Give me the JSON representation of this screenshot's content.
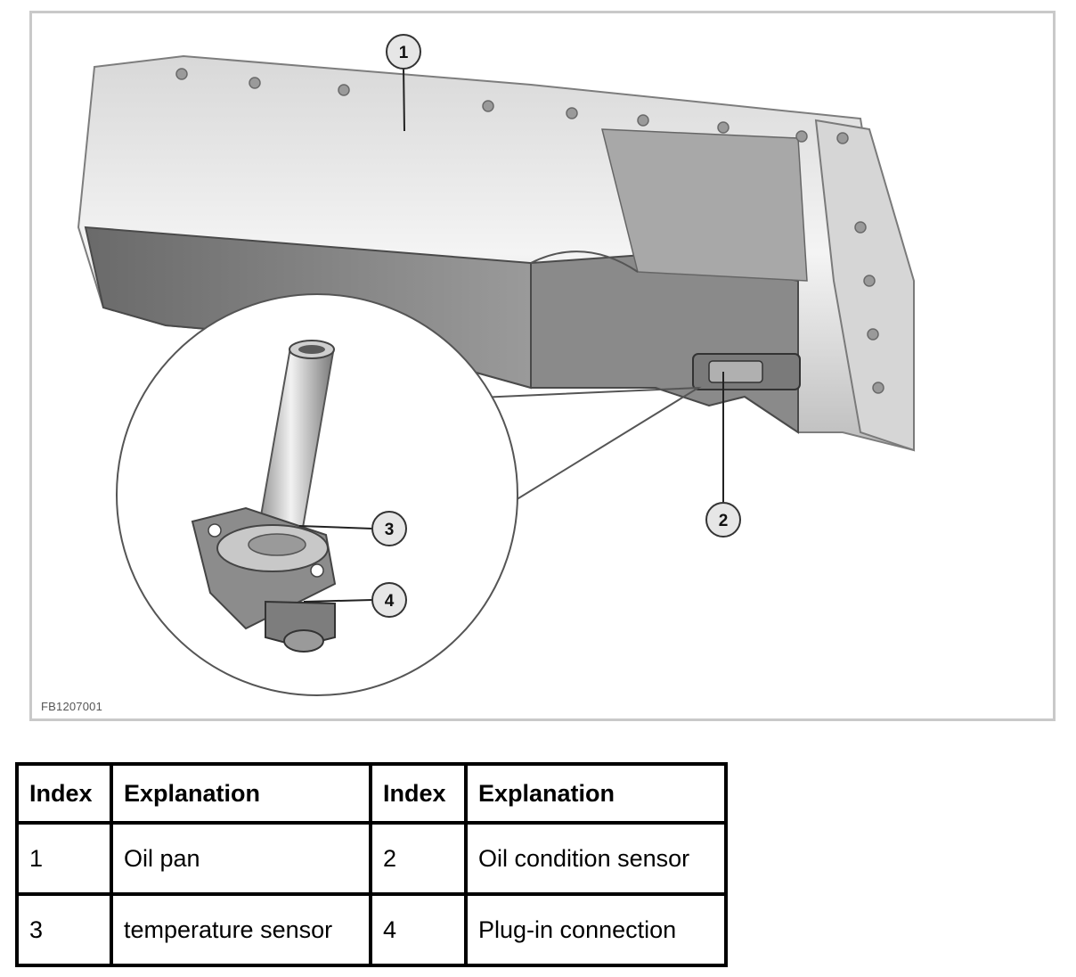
{
  "figure": {
    "code": "FB1207001",
    "callouts": [
      "1",
      "2",
      "3",
      "4"
    ]
  },
  "legend": {
    "headers": [
      "Index",
      "Explanation",
      "Index",
      "Explanation"
    ],
    "rows": [
      [
        "1",
        "Oil pan",
        "2",
        "Oil condition sensor"
      ],
      [
        "3",
        "temperature sensor",
        "4",
        "Plug-in connection"
      ]
    ]
  }
}
